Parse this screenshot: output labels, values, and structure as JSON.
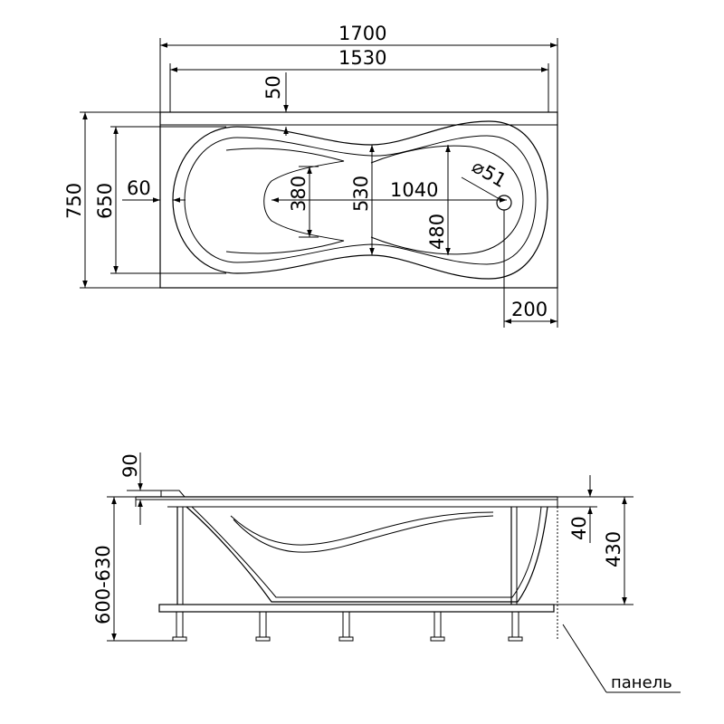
{
  "plan_view": {
    "overall_length": "1700",
    "inner_length": "1530",
    "head_offset": "50",
    "overall_width": "750",
    "inner_width": "650",
    "wall_offset": "60",
    "narrow_width": "380",
    "mid_width": "530",
    "bowl_length": "1040",
    "drain_diameter": "⌀51",
    "bowl_width": "480",
    "drain_offset": "200"
  },
  "side_view": {
    "rim_thickness": "90",
    "total_height": "600-630",
    "rim_depth": "40",
    "panel_height": "430",
    "panel_label": "панель"
  }
}
